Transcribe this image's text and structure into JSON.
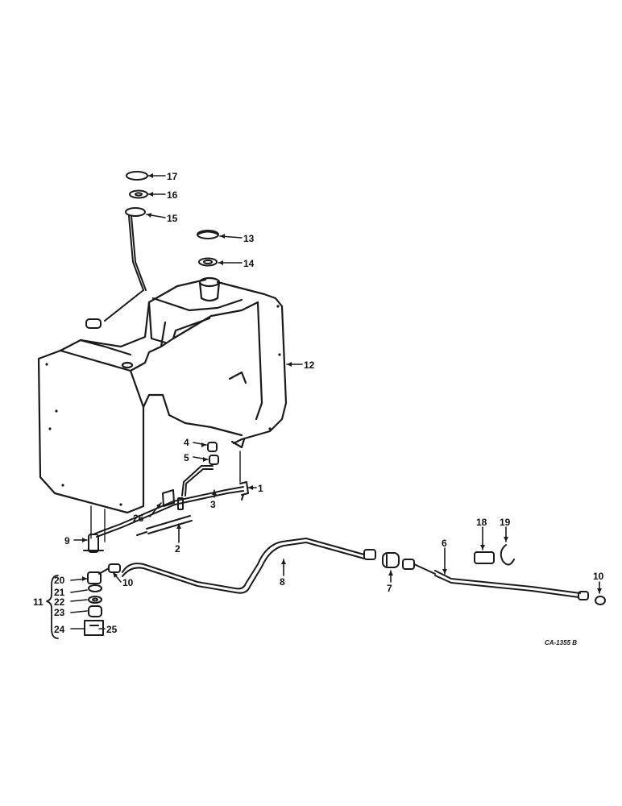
{
  "diagram": {
    "callouts": [
      {
        "id": "c17",
        "label": "17"
      },
      {
        "id": "c16",
        "label": "16"
      },
      {
        "id": "c15",
        "label": "15"
      },
      {
        "id": "c13",
        "label": "13"
      },
      {
        "id": "c14",
        "label": "14"
      },
      {
        "id": "c12",
        "label": "12"
      },
      {
        "id": "c4",
        "label": "4"
      },
      {
        "id": "c5",
        "label": "5"
      },
      {
        "id": "c1",
        "label": "1"
      },
      {
        "id": "c26",
        "label": "26"
      },
      {
        "id": "c3",
        "label": "3"
      },
      {
        "id": "c2",
        "label": "2"
      },
      {
        "id": "c9",
        "label": "9"
      },
      {
        "id": "c10a",
        "label": "10"
      },
      {
        "id": "c8",
        "label": "8"
      },
      {
        "id": "c7",
        "label": "7"
      },
      {
        "id": "c6",
        "label": "6"
      },
      {
        "id": "c18",
        "label": "18"
      },
      {
        "id": "c19",
        "label": "19"
      },
      {
        "id": "c10b",
        "label": "10"
      },
      {
        "id": "c11",
        "label": "11"
      },
      {
        "id": "c20",
        "label": "20"
      },
      {
        "id": "c21",
        "label": "21"
      },
      {
        "id": "c22",
        "label": "22"
      },
      {
        "id": "c23",
        "label": "23"
      },
      {
        "id": "c24",
        "label": "24"
      },
      {
        "id": "c25",
        "label": "25"
      }
    ],
    "drawing_code": "CA-1355 B"
  }
}
